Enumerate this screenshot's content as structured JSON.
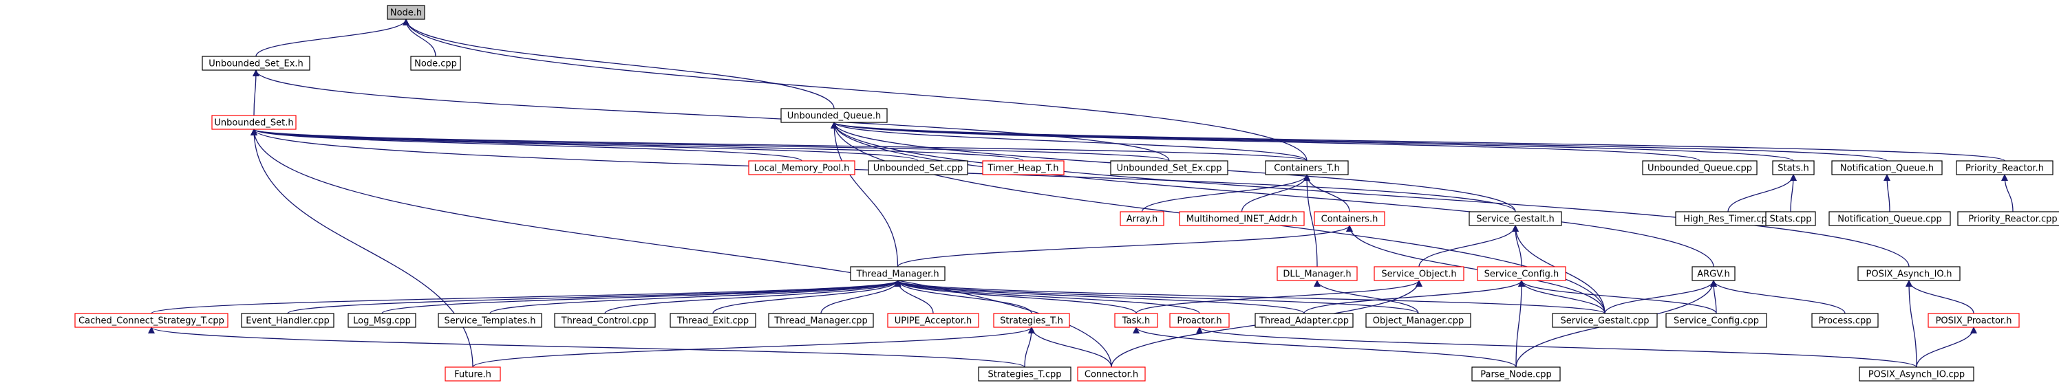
{
  "graph": {
    "colors": {
      "edge": "#191970",
      "focus_fill": "#bfbfbf",
      "normal_border": "#000000",
      "red_border": "#ff0000",
      "node_fill": "#ffffff"
    },
    "nodes": [
      {
        "id": "node_h",
        "label": "Node.h",
        "style": "focus"
      },
      {
        "id": "node_cpp",
        "label": "Node.cpp",
        "style": "normal"
      },
      {
        "id": "unbounded_set_ex_h",
        "label": "Unbounded_Set_Ex.h",
        "style": "normal"
      },
      {
        "id": "unbounded_set_h",
        "label": "Unbounded_Set.h",
        "style": "red"
      },
      {
        "id": "unbounded_queue_h",
        "label": "Unbounded_Queue.h",
        "style": "normal"
      },
      {
        "id": "local_memory_pool_h",
        "label": "Local_Memory_Pool.h",
        "style": "red"
      },
      {
        "id": "unbounded_set_cpp",
        "label": "Unbounded_Set.cpp",
        "style": "normal"
      },
      {
        "id": "timer_heap_t_h",
        "label": "Timer_Heap_T.h",
        "style": "red"
      },
      {
        "id": "unbounded_set_ex_cpp",
        "label": "Unbounded_Set_Ex.cpp",
        "style": "normal"
      },
      {
        "id": "containers_t_h",
        "label": "Containers_T.h",
        "style": "normal"
      },
      {
        "id": "unbounded_queue_cpp",
        "label": "Unbounded_Queue.cpp",
        "style": "normal"
      },
      {
        "id": "stats_h",
        "label": "Stats.h",
        "style": "normal"
      },
      {
        "id": "notification_queue_h",
        "label": "Notification_Queue.h",
        "style": "normal"
      },
      {
        "id": "priority_reactor_h",
        "label": "Priority_Reactor.h",
        "style": "normal"
      },
      {
        "id": "array_h",
        "label": "Array.h",
        "style": "red"
      },
      {
        "id": "multihomed_inet_addr_h",
        "label": "Multihomed_INET_Addr.h",
        "style": "red"
      },
      {
        "id": "containers_h",
        "label": "Containers.h",
        "style": "red"
      },
      {
        "id": "service_gestalt_h",
        "label": "Service_Gestalt.h",
        "style": "normal"
      },
      {
        "id": "high_res_timer_cpp",
        "label": "High_Res_Timer.cpp",
        "style": "normal"
      },
      {
        "id": "stats_cpp",
        "label": "Stats.cpp",
        "style": "normal"
      },
      {
        "id": "notification_queue_cpp",
        "label": "Notification_Queue.cpp",
        "style": "normal"
      },
      {
        "id": "priority_reactor_cpp",
        "label": "Priority_Reactor.cpp",
        "style": "normal"
      },
      {
        "id": "thread_manager_h",
        "label": "Thread_Manager.h",
        "style": "normal"
      },
      {
        "id": "dll_manager_h",
        "label": "DLL_Manager.h",
        "style": "red"
      },
      {
        "id": "service_object_h",
        "label": "Service_Object.h",
        "style": "red"
      },
      {
        "id": "service_config_h",
        "label": "Service_Config.h",
        "style": "red"
      },
      {
        "id": "argv_h",
        "label": "ARGV.h",
        "style": "normal"
      },
      {
        "id": "posix_asynch_io_h",
        "label": "POSIX_Asynch_IO.h",
        "style": "normal"
      },
      {
        "id": "cached_connect_strategy_t_cpp",
        "label": "Cached_Connect_Strategy_T.cpp",
        "style": "red"
      },
      {
        "id": "event_handler_cpp",
        "label": "Event_Handler.cpp",
        "style": "normal"
      },
      {
        "id": "log_msg_cpp",
        "label": "Log_Msg.cpp",
        "style": "normal"
      },
      {
        "id": "service_templates_h",
        "label": "Service_Templates.h",
        "style": "normal"
      },
      {
        "id": "thread_control_cpp",
        "label": "Thread_Control.cpp",
        "style": "normal"
      },
      {
        "id": "thread_exit_cpp",
        "label": "Thread_Exit.cpp",
        "style": "normal"
      },
      {
        "id": "thread_manager_cpp",
        "label": "Thread_Manager.cpp",
        "style": "normal"
      },
      {
        "id": "upipe_acceptor_h",
        "label": "UPIPE_Acceptor.h",
        "style": "red"
      },
      {
        "id": "strategies_t_h",
        "label": "Strategies_T.h",
        "style": "red"
      },
      {
        "id": "task_h",
        "label": "Task.h",
        "style": "red"
      },
      {
        "id": "proactor_h",
        "label": "Proactor.h",
        "style": "red"
      },
      {
        "id": "thread_adapter_cpp",
        "label": "Thread_Adapter.cpp",
        "style": "normal"
      },
      {
        "id": "object_manager_cpp",
        "label": "Object_Manager.cpp",
        "style": "normal"
      },
      {
        "id": "service_gestalt_cpp",
        "label": "Service_Gestalt.cpp",
        "style": "normal"
      },
      {
        "id": "service_config_cpp",
        "label": "Service_Config.cpp",
        "style": "normal"
      },
      {
        "id": "process_cpp",
        "label": "Process.cpp",
        "style": "normal"
      },
      {
        "id": "posix_proactor_h",
        "label": "POSIX_Proactor.h",
        "style": "red"
      },
      {
        "id": "future_h",
        "label": "Future.h",
        "style": "red"
      },
      {
        "id": "strategies_t_cpp",
        "label": "Strategies_T.cpp",
        "style": "normal"
      },
      {
        "id": "connector_h",
        "label": "Connector.h",
        "style": "red"
      },
      {
        "id": "parse_node_cpp",
        "label": "Parse_Node.cpp",
        "style": "normal"
      },
      {
        "id": "posix_asynch_io_cpp",
        "label": "POSIX_Asynch_IO.cpp",
        "style": "normal"
      }
    ],
    "edges": [
      [
        "node_cpp",
        "node_h"
      ],
      [
        "unbounded_set_ex_h",
        "node_h"
      ],
      [
        "unbounded_queue_h",
        "node_h"
      ],
      [
        "containers_t_h",
        "node_h"
      ],
      [
        "unbounded_set_h",
        "unbounded_set_ex_h"
      ],
      [
        "unbounded_set_ex_cpp",
        "unbounded_set_ex_h"
      ],
      [
        "local_memory_pool_h",
        "unbounded_set_h"
      ],
      [
        "unbounded_set_cpp",
        "unbounded_set_h"
      ],
      [
        "timer_heap_t_h",
        "unbounded_set_h"
      ],
      [
        "unbounded_set_ex_cpp",
        "unbounded_set_h"
      ],
      [
        "containers_t_h",
        "unbounded_set_h"
      ],
      [
        "service_gestalt_h",
        "unbounded_set_h"
      ],
      [
        "connector_h",
        "unbounded_set_h"
      ],
      [
        "future_h",
        "unbounded_set_h"
      ],
      [
        "unbounded_queue_cpp",
        "unbounded_queue_h"
      ],
      [
        "stats_h",
        "unbounded_queue_h"
      ],
      [
        "notification_queue_h",
        "unbounded_queue_h"
      ],
      [
        "priority_reactor_h",
        "unbounded_queue_h"
      ],
      [
        "containers_t_h",
        "unbounded_queue_h"
      ],
      [
        "service_gestalt_h",
        "unbounded_queue_h"
      ],
      [
        "thread_manager_h",
        "unbounded_queue_h"
      ],
      [
        "argv_h",
        "unbounded_queue_h"
      ],
      [
        "posix_asynch_io_h",
        "unbounded_queue_h"
      ],
      [
        "service_gestalt_cpp",
        "unbounded_queue_h"
      ],
      [
        "array_h",
        "containers_t_h"
      ],
      [
        "multihomed_inet_addr_h",
        "containers_t_h"
      ],
      [
        "containers_h",
        "containers_t_h"
      ],
      [
        "dll_manager_h",
        "containers_t_h"
      ],
      [
        "thread_manager_h",
        "containers_h"
      ],
      [
        "high_res_timer_cpp",
        "stats_h"
      ],
      [
        "stats_cpp",
        "stats_h"
      ],
      [
        "notification_queue_cpp",
        "notification_queue_h"
      ],
      [
        "priority_reactor_cpp",
        "priority_reactor_h"
      ],
      [
        "service_object_h",
        "service_gestalt_h"
      ],
      [
        "service_config_h",
        "service_gestalt_h"
      ],
      [
        "service_gestalt_cpp",
        "service_gestalt_h"
      ],
      [
        "service_gestalt_cpp",
        "containers_h"
      ],
      [
        "object_manager_cpp",
        "dll_manager_h"
      ],
      [
        "task_h",
        "service_object_h"
      ],
      [
        "connector_h",
        "service_object_h"
      ],
      [
        "thread_adapter_cpp",
        "service_config_h"
      ],
      [
        "service_gestalt_cpp",
        "service_config_h"
      ],
      [
        "service_config_cpp",
        "service_config_h"
      ],
      [
        "parse_node_cpp",
        "service_config_h"
      ],
      [
        "service_gestalt_cpp",
        "argv_h"
      ],
      [
        "service_config_cpp",
        "argv_h"
      ],
      [
        "process_cpp",
        "argv_h"
      ],
      [
        "parse_node_cpp",
        "argv_h"
      ],
      [
        "posix_proactor_h",
        "posix_asynch_io_h"
      ],
      [
        "posix_asynch_io_cpp",
        "posix_asynch_io_h"
      ],
      [
        "posix_asynch_io_cpp",
        "posix_proactor_h"
      ],
      [
        "cached_connect_strategy_t_cpp",
        "thread_manager_h"
      ],
      [
        "event_handler_cpp",
        "thread_manager_h"
      ],
      [
        "log_msg_cpp",
        "thread_manager_h"
      ],
      [
        "service_templates_h",
        "thread_manager_h"
      ],
      [
        "thread_control_cpp",
        "thread_manager_h"
      ],
      [
        "thread_exit_cpp",
        "thread_manager_h"
      ],
      [
        "thread_manager_cpp",
        "thread_manager_h"
      ],
      [
        "upipe_acceptor_h",
        "thread_manager_h"
      ],
      [
        "strategies_t_h",
        "thread_manager_h"
      ],
      [
        "task_h",
        "thread_manager_h"
      ],
      [
        "proactor_h",
        "thread_manager_h"
      ],
      [
        "thread_adapter_cpp",
        "thread_manager_h"
      ],
      [
        "object_manager_cpp",
        "thread_manager_h"
      ],
      [
        "service_gestalt_cpp",
        "thread_manager_h"
      ],
      [
        "future_h",
        "strategies_t_h"
      ],
      [
        "strategies_t_cpp",
        "strategies_t_h"
      ],
      [
        "connector_h",
        "strategies_t_h"
      ],
      [
        "parse_node_cpp",
        "task_h"
      ],
      [
        "posix_asynch_io_cpp",
        "proactor_h"
      ],
      [
        "strategies_t_cpp",
        "cached_connect_strategy_t_cpp"
      ]
    ]
  }
}
